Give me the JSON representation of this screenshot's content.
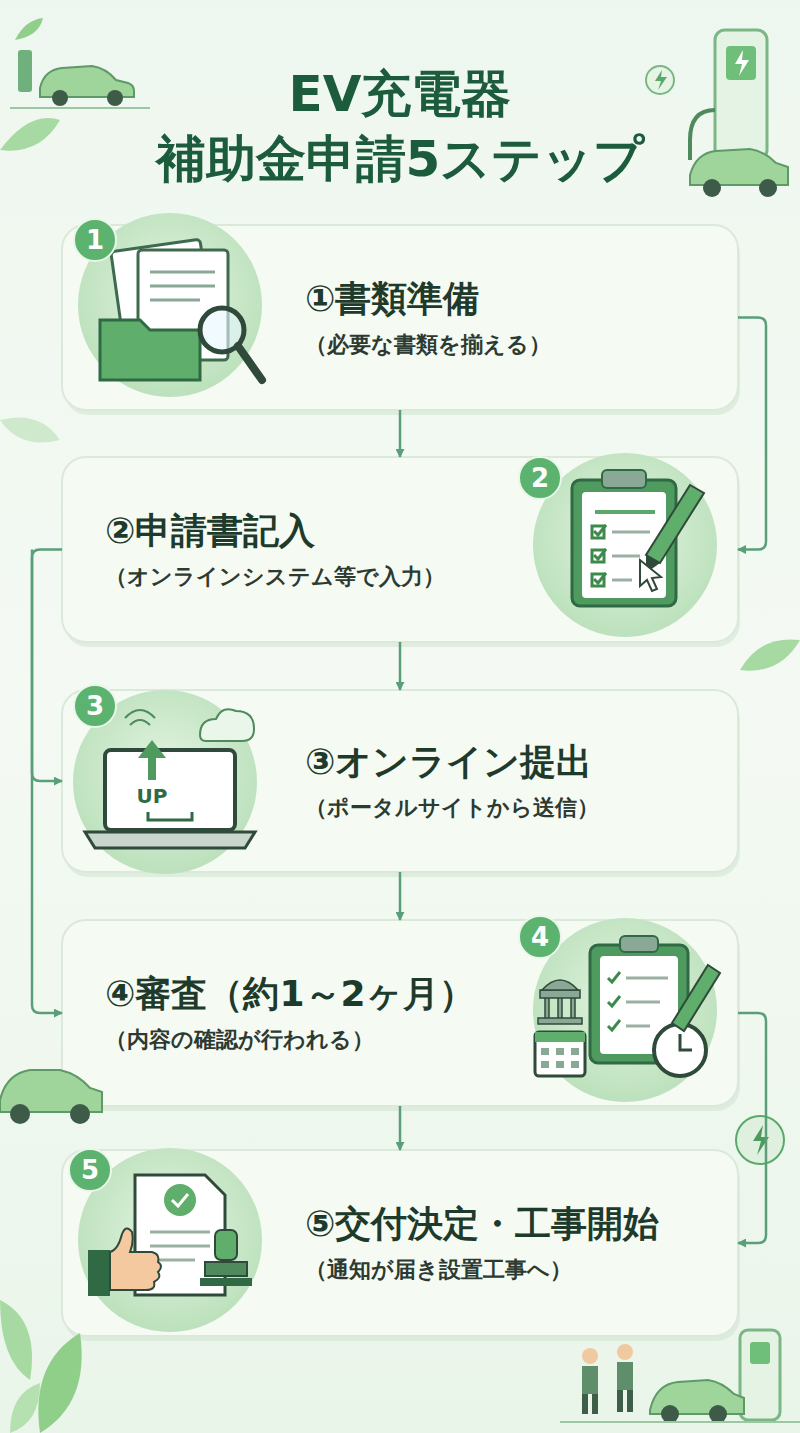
{
  "diagram": {
    "title": "EV充電器 補助金申請5ステップ",
    "nodes": [
      {
        "text": [
          "①書類準備",
          "（必要な書類を揃える）"
        ]
      },
      {
        "text": [
          "②申請書記入",
          "（オンラインシステム等で入力）"
        ]
      },
      {
        "text": [
          "③オンライン提出",
          "（ポータルサイトから送信）"
        ]
      },
      {
        "text": [
          "④審査（約1～2ヶ月）",
          "（内容の確認が行われる）"
        ]
      },
      {
        "text": [
          "⑤交付決定・工事開始",
          "（通知が届き設置工事へ）"
        ]
      }
    ],
    "edges": [
      {
        "from": 0,
        "to": 1,
        "arrow": "to"
      },
      {
        "from": 0,
        "to": 1,
        "arrow": "to"
      },
      {
        "from": 1,
        "to": 2,
        "arrow": "to"
      },
      {
        "from": 1,
        "to": 2,
        "arrow": "to"
      },
      {
        "from": 1,
        "to": 3,
        "arrow": "to"
      },
      {
        "from": 2,
        "to": 3,
        "arrow": "to"
      },
      {
        "from": 3,
        "to": 4,
        "arrow": "to"
      },
      {
        "from": 3,
        "to": 4,
        "arrow": "to"
      }
    ],
    "labels": [
      "1",
      "2",
      "3",
      "4",
      "5",
      "UP"
    ]
  }
}
